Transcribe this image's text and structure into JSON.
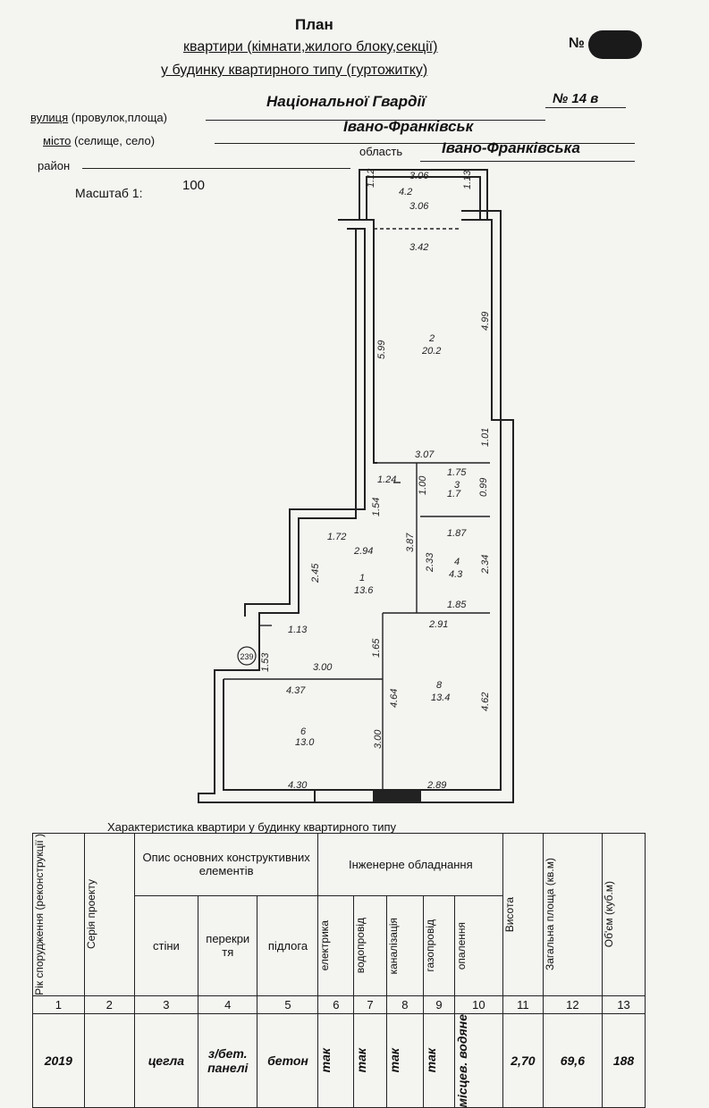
{
  "header": {
    "title": "План",
    "subtitle1": "квартири (кімнати,жилого блоку,секції)",
    "subtitle2": "у будинку квартирного типу (гуртожитку)",
    "number_label": "№",
    "street_label": "вулиця (провулок,площа)",
    "street_label_main": "вулиця",
    "street_label_rest": " (провулок,площа)",
    "street_value": "Національної Гвардії",
    "house_no": "№ 14 в",
    "city_label_main": "місто",
    "city_label_rest": " (селище, село)",
    "city_value": "Івано-Франківськ",
    "district_label": "район",
    "region_label": "область",
    "region_value": "Івано-Франківська",
    "scale_label": "Масштаб 1:",
    "scale_value": "100"
  },
  "plan": {
    "balcony": {
      "top": "3.06",
      "inner": "3.06",
      "left": "1.12",
      "right": "1.13",
      "area": "4.2"
    },
    "room2": {
      "top": "3.42",
      "left": "5.99",
      "right": "4.99",
      "num": "2",
      "area": "20.2"
    },
    "corridor_right": {
      "right_upper": "1.01",
      "top": "3.07"
    },
    "room3": {
      "top": "1.75",
      "left": "1.00",
      "right": "0.99",
      "num": "3",
      "area": "1.7",
      "side": "1.24"
    },
    "room1": {
      "a": "1.72",
      "b": "2.94",
      "c": "3.87",
      "d": "2.45",
      "e": "1.54",
      "f": "1.13",
      "g": "1.65",
      "num": "1",
      "area": "13.6"
    },
    "room4": {
      "top": "1.87",
      "left": "2.33",
      "right": "2.34",
      "bottom": "1.85",
      "num": "4",
      "area": "4.3"
    },
    "room6": {
      "top": "3.00",
      "inner": "4.37",
      "right": "3.00",
      "bottom": "4.30",
      "left_small": "1.53",
      "num": "6",
      "area": "13.0",
      "circle": "239"
    },
    "room8": {
      "top": "2.91",
      "left": "4.64",
      "right": "4.62",
      "bottom": "2.89",
      "num": "8",
      "area": "13.4"
    }
  },
  "characteristics": {
    "title": "Характеристика квартири у будинку квартирного типу",
    "headers": {
      "year": "Рік спорудження (реконструкції )",
      "series": "Серія проекту",
      "elements": "Опис основних конструктивних елементів",
      "walls": "стіни",
      "ceilings": "перекри тя",
      "floor": "підлога",
      "engineering": "Інженерне обладнання",
      "electric": "електрика",
      "water": "водопровід",
      "sewer": "каналізація",
      "gas": "газопровід",
      "heating": "опалення",
      "height": "Висота",
      "total_area": "Загальна площа (кв.м)",
      "volume": "Об'єм (куб.м)"
    },
    "column_numbers": [
      "1",
      "2",
      "3",
      "4",
      "5",
      "6",
      "7",
      "8",
      "9",
      "10",
      "11",
      "12",
      "13"
    ],
    "row": {
      "year": "2019",
      "series": "",
      "walls": "цегла",
      "ceilings": "з/бет. панелі",
      "floor": "бетон",
      "electric": "так",
      "water": "так",
      "sewer": "так",
      "gas": "так",
      "heating": "місцев. водяне",
      "height": "2,70",
      "total_area": "69,6",
      "volume": "188"
    }
  }
}
